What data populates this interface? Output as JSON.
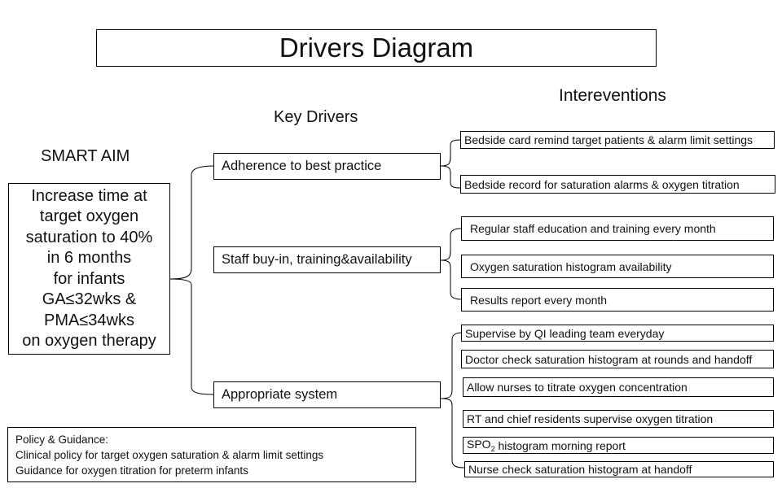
{
  "title": "Drivers Diagram",
  "headings": {
    "interventions": "Intereventions",
    "key_drivers": "Key Drivers",
    "smart_aim": "SMART AIM"
  },
  "aim": {
    "lines": [
      "Increase time at",
      "target oxygen",
      "saturation to 40%",
      "in 6 months",
      "for infants",
      "GA≤32wks &",
      "PMA≤34wks",
      "on oxygen therapy"
    ]
  },
  "drivers": [
    "Adherence to best practice",
    "Staff buy-in, training&availability",
    "Appropriate system"
  ],
  "interventions": {
    "adherence": [
      "Bedside card remind target patients & alarm limit settings",
      "Bedside record for saturation alarms & oxygen titration"
    ],
    "staff": [
      "Regular staff education and training every month",
      "Oxygen saturation histogram availability",
      "Results report every month"
    ],
    "system": [
      "Supervise by QI leading team everyday",
      "Doctor check saturation histogram at rounds and handoff",
      "Allow nurses to titrate oxygen concentration",
      "RT and chief residents supervise oxygen titration",
      "histogram morning report",
      "Nurse check saturation histogram at handoff"
    ],
    "spo2_prefix": "SPO",
    "spo2_sub": "2"
  },
  "policy": {
    "heading": "Policy & Guidance:",
    "lines": [
      "Clinical policy for target oxygen saturation & alarm limit settings",
      "Guidance for oxygen titration for preterm  infants"
    ]
  },
  "colors": {
    "line": "#000000",
    "box_border": "#000000",
    "background": "#ffffff"
  }
}
